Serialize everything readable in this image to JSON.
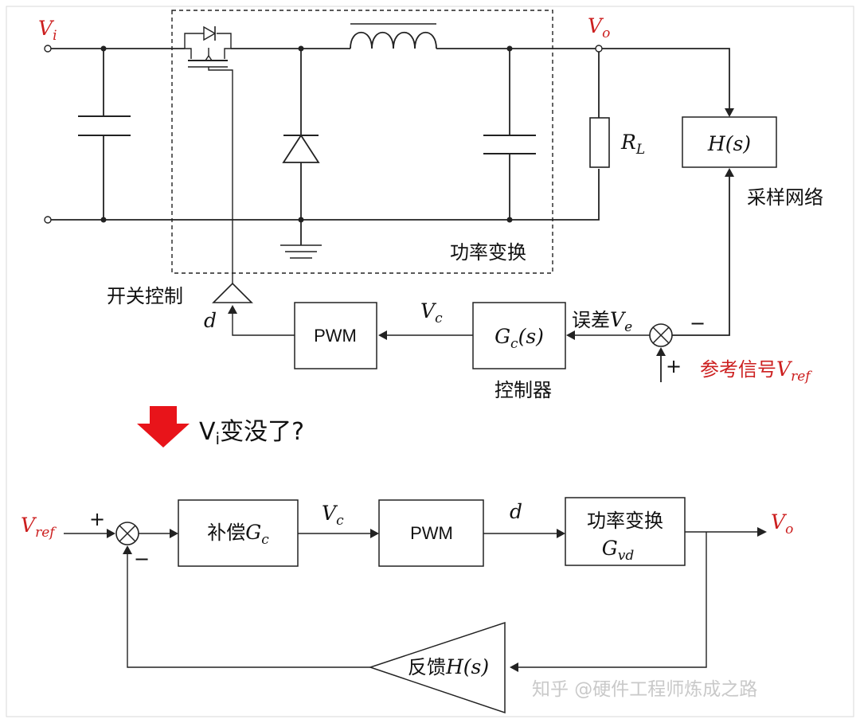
{
  "circuit": {
    "vi_label": "V",
    "vi_sub": "i",
    "vo_label": "V",
    "vo_sub": "o",
    "rl_label": "R",
    "rl_sub": "L",
    "hs_box": "H(s)",
    "sampling_network": "采样网络",
    "power_conversion": "功率变换",
    "switch_control": "开关控制",
    "d_label": "d",
    "pwm_box": "PWM",
    "vc_label": "V",
    "vc_sub": "c",
    "gc_box_main": "G",
    "gc_box_sub": "c",
    "gc_box_tail": "(s)",
    "controller": "控制器",
    "error_prefix": "误差",
    "error_v": "V",
    "error_sub": "e",
    "minus": "−",
    "plus": "+",
    "ref_prefix": "参考信号",
    "ref_v": "V",
    "ref_sub": "ref"
  },
  "transition": {
    "text_v": "V",
    "text_sub": "i",
    "text_rest": "变没了?",
    "arrow_color": "#e8141a"
  },
  "block_diagram": {
    "vref_v": "V",
    "vref_sub": "ref",
    "plus": "+",
    "minus": "−",
    "comp_prefix": "补偿",
    "comp_g": "G",
    "comp_sub": "c",
    "vc_v": "V",
    "vc_sub": "c",
    "pwm": "PWM",
    "d": "d",
    "power_line1": "功率变换",
    "power_g": "G",
    "power_sub": "vd",
    "vo_v": "V",
    "vo_sub": "o",
    "feedback_prefix": "反馈",
    "feedback_tail": "H(s)"
  },
  "watermark": "知乎 @硬件工程师炼成之路",
  "colors": {
    "accent_red": "#cc1f1f",
    "line": "#222222"
  }
}
